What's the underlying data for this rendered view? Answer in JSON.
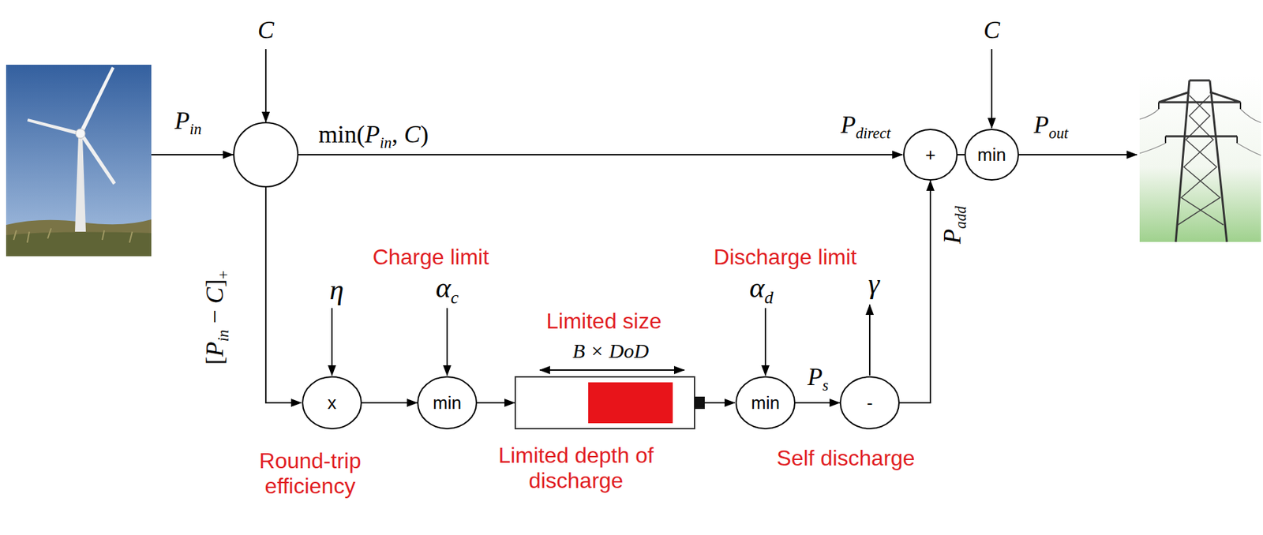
{
  "diagram": {
    "nodes": [
      {
        "text": [
          "+"
        ]
      },
      {
        "text": [
          "min"
        ]
      },
      {
        "text": [
          "x"
        ]
      },
      {
        "text": [
          "min"
        ]
      },
      {
        "text": [
          "min"
        ]
      },
      {
        "text": [
          "-"
        ]
      }
    ],
    "edges": [
      {
        "from": 0,
        "to": 1,
        "arrow": "none"
      },
      {
        "from": 2,
        "to": 3,
        "arrow": "to"
      },
      {
        "from": 4,
        "to": 5,
        "arrow": "to"
      },
      {
        "from": 5,
        "to": 0,
        "label": "Padd",
        "arrow": "to"
      }
    ],
    "labels": [
      "Pin",
      "C",
      "min(Pin, C)",
      "Pdirect",
      "C",
      "Pout",
      "[Pin − C]+",
      "η",
      "αc",
      "Charge limit",
      "Limited size",
      "B × DoD",
      "αd",
      "Discharge limit",
      "Ps",
      "γ",
      "Round-trip efficiency",
      "Limited depth of discharge",
      "Self discharge"
    ]
  }
}
